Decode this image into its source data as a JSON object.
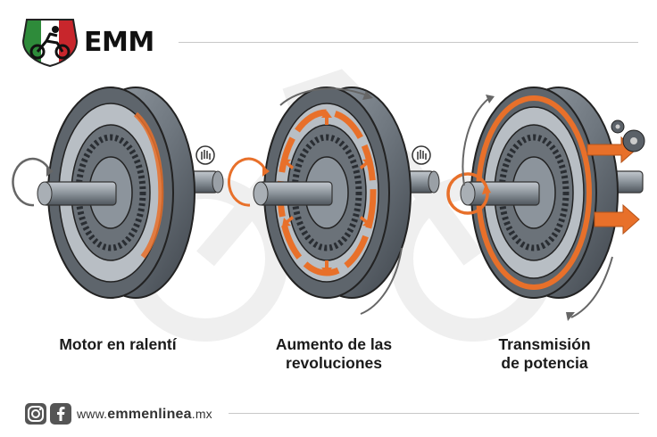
{
  "brand": {
    "name": "EMM",
    "colors": {
      "green": "#2e8b3a",
      "white": "#ffffff",
      "red": "#c8262c",
      "dark": "#1b1b1b"
    }
  },
  "stages": [
    {
      "caption_line1": "Motor en ralentí",
      "caption_line2": "",
      "state": "idle",
      "icon": "open-hand-icon"
    },
    {
      "caption_line1": "Aumento de las",
      "caption_line2": "revoluciones",
      "state": "accelerating",
      "icon": "open-hand-icon"
    },
    {
      "caption_line1": "Transmisión",
      "caption_line2": "de potencia",
      "state": "engaged",
      "icon": "gears-icon"
    }
  ],
  "footer": {
    "website_prefix": "www.",
    "website_name": "emmenlinea",
    "website_suffix": ".mx"
  },
  "colors": {
    "metal": "#8c949c",
    "metal_dark": "#4a5058",
    "accent_orange": "#e8702a",
    "arrow_gray": "#666666"
  }
}
